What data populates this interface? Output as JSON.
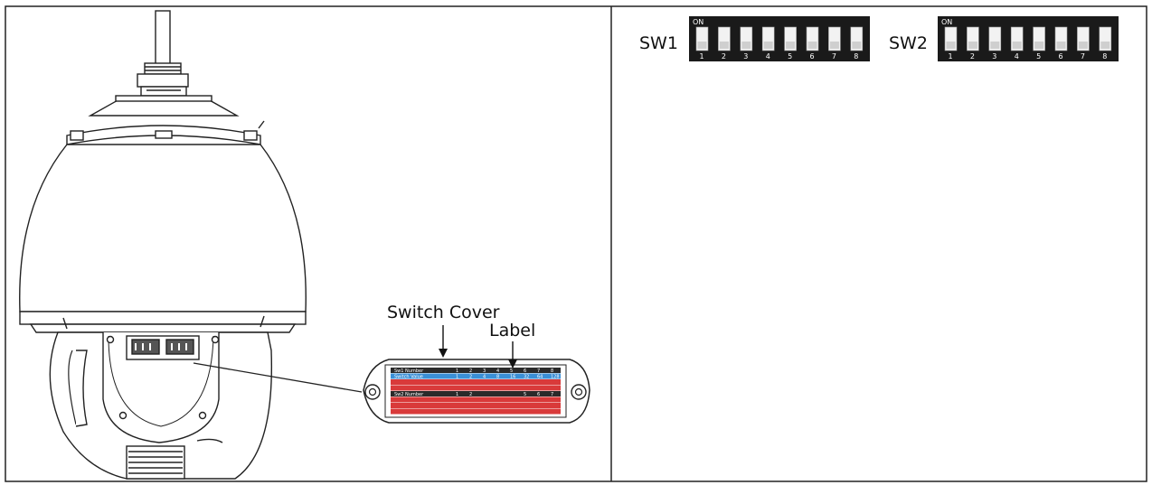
{
  "callouts": {
    "switch_cover": "Switch Cover",
    "label": "Label"
  },
  "switch_banks": [
    {
      "name": "SW1",
      "on_text": "ON",
      "switches": [
        {
          "number": "1",
          "state": "off"
        },
        {
          "number": "2",
          "state": "off"
        },
        {
          "number": "3",
          "state": "off"
        },
        {
          "number": "4",
          "state": "off"
        },
        {
          "number": "5",
          "state": "off"
        },
        {
          "number": "6",
          "state": "off"
        },
        {
          "number": "7",
          "state": "off"
        },
        {
          "number": "8",
          "state": "off"
        }
      ]
    },
    {
      "name": "SW2",
      "on_text": "ON",
      "switches": [
        {
          "number": "1",
          "state": "off"
        },
        {
          "number": "2",
          "state": "off"
        },
        {
          "number": "3",
          "state": "off"
        },
        {
          "number": "4",
          "state": "off"
        },
        {
          "number": "5",
          "state": "off"
        },
        {
          "number": "6",
          "state": "off"
        },
        {
          "number": "7",
          "state": "off"
        },
        {
          "number": "8",
          "state": "off"
        }
      ]
    }
  ],
  "cover_label": {
    "header_row": [
      "Sw1 Number",
      "1",
      "2",
      "3",
      "4",
      "5",
      "6",
      "7",
      "8"
    ],
    "value_row": [
      "Switch Value",
      "1",
      "2",
      "4",
      "8",
      "16",
      "32",
      "64",
      "128"
    ],
    "sw2_row": [
      "Sw2 Number",
      "1",
      "2",
      "",
      "",
      "",
      "5",
      "6",
      "7"
    ]
  },
  "colors": {
    "line": "#222222",
    "dip_body": "#1a1a1a",
    "dip_lever": "#f2f2f2",
    "label_blue": "#3a8fd6",
    "label_red": "#d93a3a",
    "label_dark": "#2a2a2a"
  }
}
